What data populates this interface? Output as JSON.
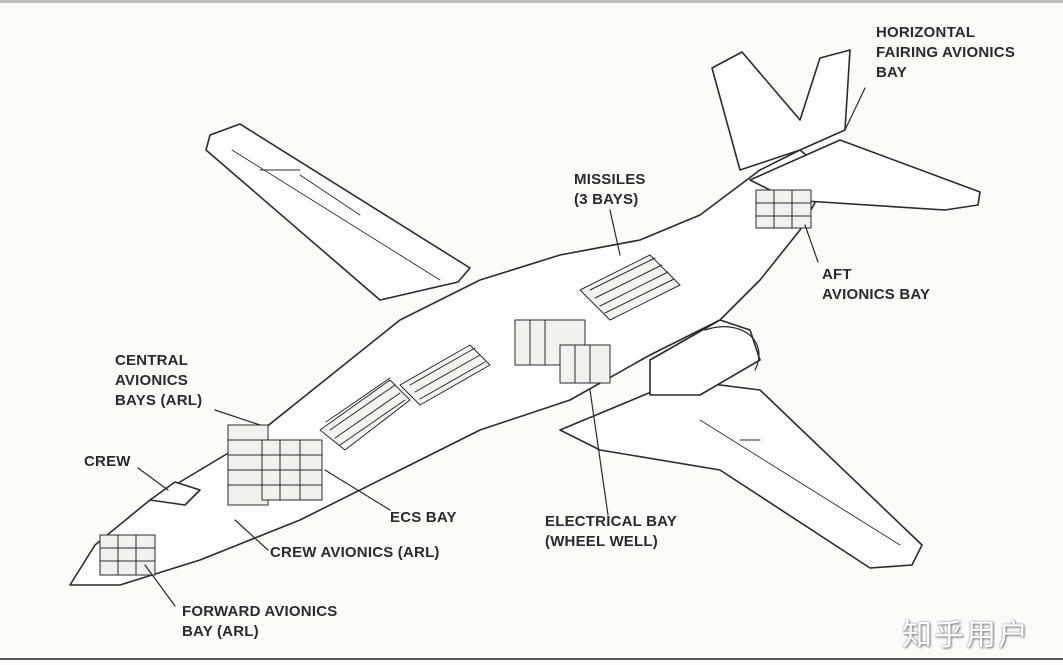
{
  "labels": {
    "horizontal_fairing": [
      "HORIZONTAL",
      "FAIRING AVIONICS",
      "BAY"
    ],
    "missiles": [
      "MISSILES",
      "(3 BAYS)"
    ],
    "aft_avionics": [
      "AFT",
      "AVIONICS BAY"
    ],
    "central_avionics": [
      "CENTRAL",
      "AVIONICS",
      "BAYS (ARL)"
    ],
    "crew": [
      "CREW"
    ],
    "ecs_bay": [
      "ECS BAY"
    ],
    "electrical_bay": [
      "ELECTRICAL BAY",
      "(WHEEL WELL)"
    ],
    "crew_avionics": [
      "CREW AVIONICS (ARL)"
    ],
    "forward_avionics": [
      "FORWARD AVIONICS",
      "BAY (ARL)"
    ]
  },
  "watermark": "知乎用户"
}
